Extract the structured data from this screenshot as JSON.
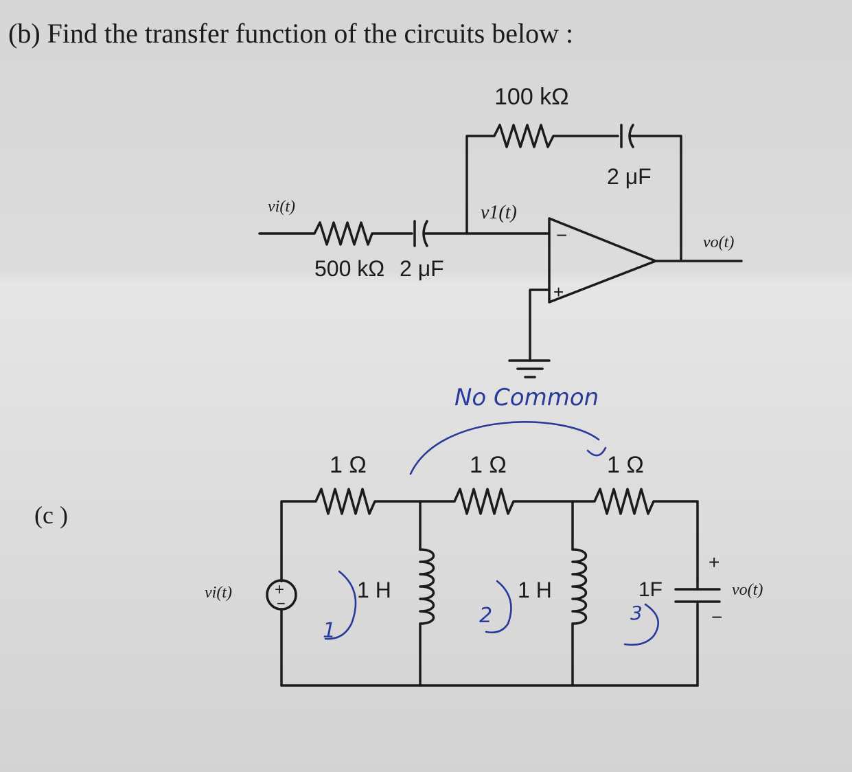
{
  "problem_b": {
    "heading": "(b)  Find the transfer function of the circuits below :",
    "r_feedback": "100 kΩ",
    "c_feedback": "2 μF",
    "v_in": "vi(t)",
    "v1": "v1(t)",
    "v_out": "vo(t)",
    "r_in": "500 kΩ",
    "c_in": "2 μF",
    "minus": "−",
    "plus": "+"
  },
  "annotation": "No Common",
  "problem_c": {
    "label": "(c )",
    "r1": "1 Ω",
    "r2": "1 Ω",
    "r3": "1 Ω",
    "source": "vi(t)",
    "l1": "1 H",
    "l2": "1 H",
    "cap": "1F",
    "v_out": "vo(t)",
    "plus": "+",
    "minus": "−",
    "mesh1": "1",
    "mesh2": "2",
    "mesh3": "3"
  }
}
